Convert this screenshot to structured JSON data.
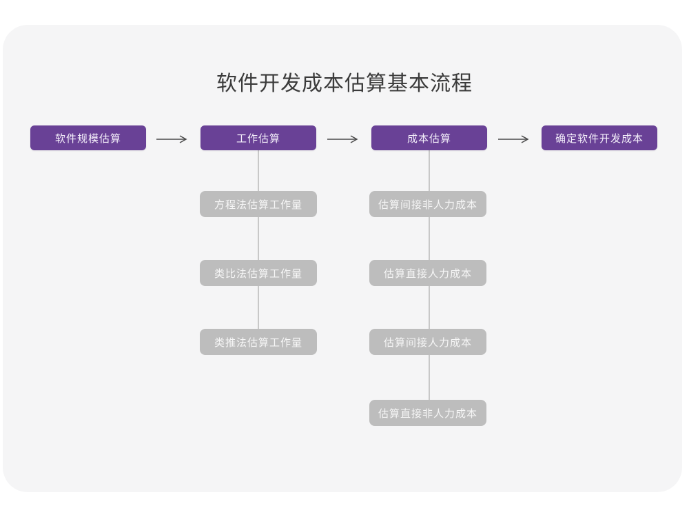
{
  "title": "软件开发成本估算基本流程",
  "colors": {
    "panel_background": "#f5f5f6",
    "page_background": "#ffffff",
    "stage_box": "#694196",
    "sub_box": "#bdbdbd",
    "connector_line": "#c8c8c8",
    "arrow": "#4a4a4a",
    "title_text": "#3b3b3b"
  },
  "flow": {
    "stages": [
      {
        "label": "软件规模估算"
      },
      {
        "label": "工作估算"
      },
      {
        "label": "成本估算"
      },
      {
        "label": "确定软件开发成本"
      }
    ],
    "work_estimation_methods": [
      "方程法估算工作量",
      "类比法估算工作量",
      "类推法估算工作量"
    ],
    "cost_estimation_steps": [
      "估算间接非人力成本",
      "估算直接人力成本",
      "估算间接人力成本",
      "估算直接非人力成本"
    ]
  }
}
